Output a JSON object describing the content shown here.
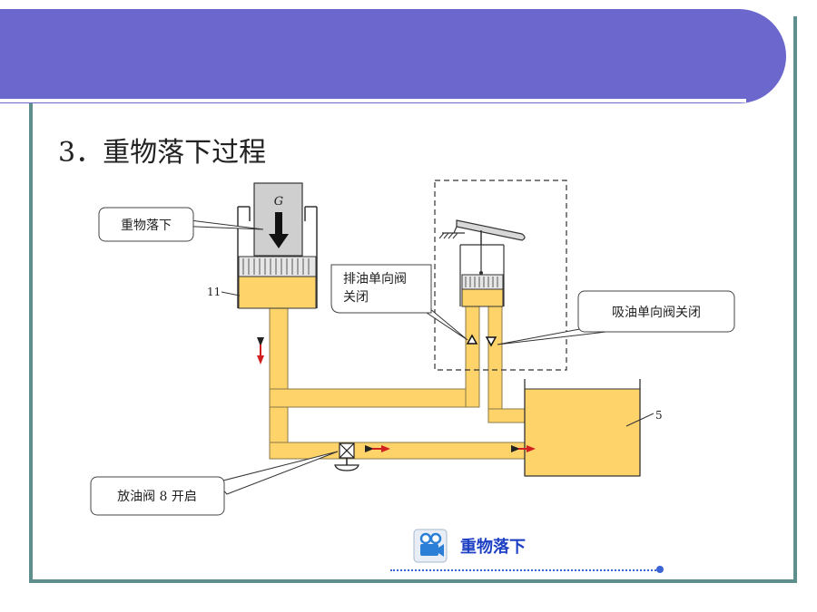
{
  "slide": {
    "title": "3．重物落下过程",
    "accent_color": "#6b67cc",
    "border_color": "#5f8f8c",
    "oil_color": "#fdd36a"
  },
  "diagram": {
    "weight_symbol": "G",
    "callouts": {
      "weight_falls": "重物落下",
      "discharge_valve": [
        "排油单向阀",
        "关闭"
      ],
      "suction_valve": "吸油单向阀关闭",
      "release_valve": "放油阀 8 开启"
    },
    "part_labels": {
      "big_cylinder": "11",
      "tank": "5"
    }
  },
  "link": {
    "label": "重物落下",
    "icon": "video-camera-icon"
  }
}
